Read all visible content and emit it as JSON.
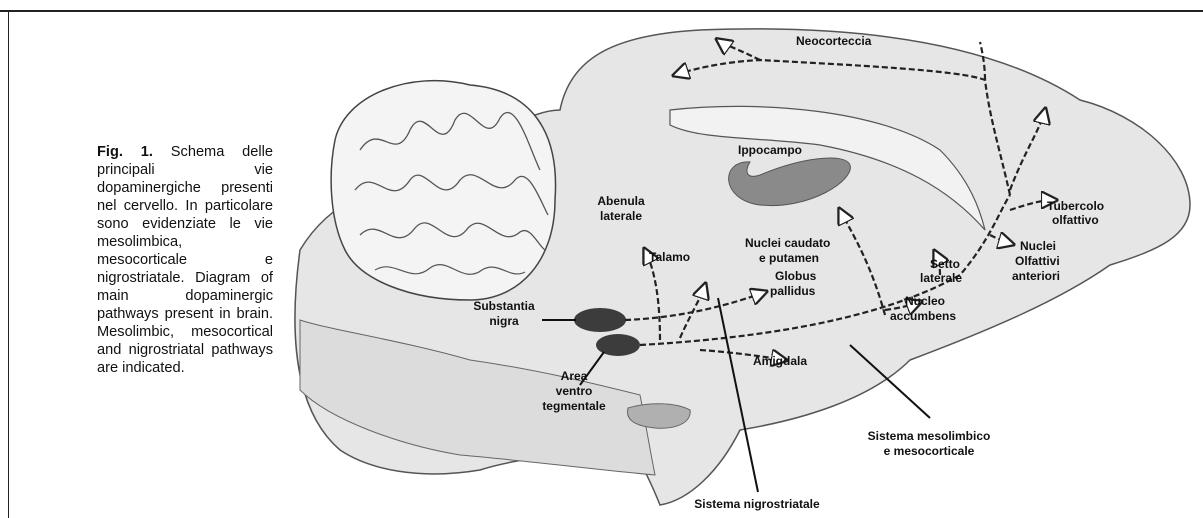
{
  "caption": {
    "label": "Fig. 1.",
    "text": "Schema delle principali vie dopaminergiche presenti nel cervello. In particolare sono evidenziate le vie mesolimbica, mesocorticale e nigrostriatale. Diagram of main dopaminergic pathways present in brain. Mesolimbic, mesocortical and nigrostriatal pathways are indicated."
  },
  "labels": {
    "neocorteccia": "Neocorteccia",
    "ippocampo": "Ippocampo",
    "abenula_l1": "Abenula",
    "abenula_l2": "laterale",
    "talamo": "Talamo",
    "caudato_l1": "Nuclei caudato",
    "caudato_l2": "e putamen",
    "globus_l1": "Globus",
    "globus_l2": "pallidus",
    "tubercolo_l1": "Tubercolo",
    "tubercolo_l2": "olfattivo",
    "olfattivi_l1": "Nuclei",
    "olfattivi_l2": "Olfattivi",
    "olfattivi_l3": "anteriori",
    "setto_l1": "Setto",
    "setto_l2": "laterale",
    "accumbens_l1": "Nucleo",
    "accumbens_l2": "accumbens",
    "substantia_l1": "Substantia",
    "substantia_l2": "nigra",
    "amigdala": "Amigdala",
    "area_l1": "Area",
    "area_l2": "ventro",
    "area_l3": "tegmentale",
    "mesolimbico_l1": "Sistema mesolimbico",
    "mesolimbico_l2": "e mesocorticale",
    "nigrostriatale": "Sistema nigrostriatale"
  },
  "colors": {
    "brain_fill": "#e6e6e6",
    "outline": "#555555",
    "nuclei": "#3c3c3c",
    "hippocampus": "#8a8a8a"
  }
}
